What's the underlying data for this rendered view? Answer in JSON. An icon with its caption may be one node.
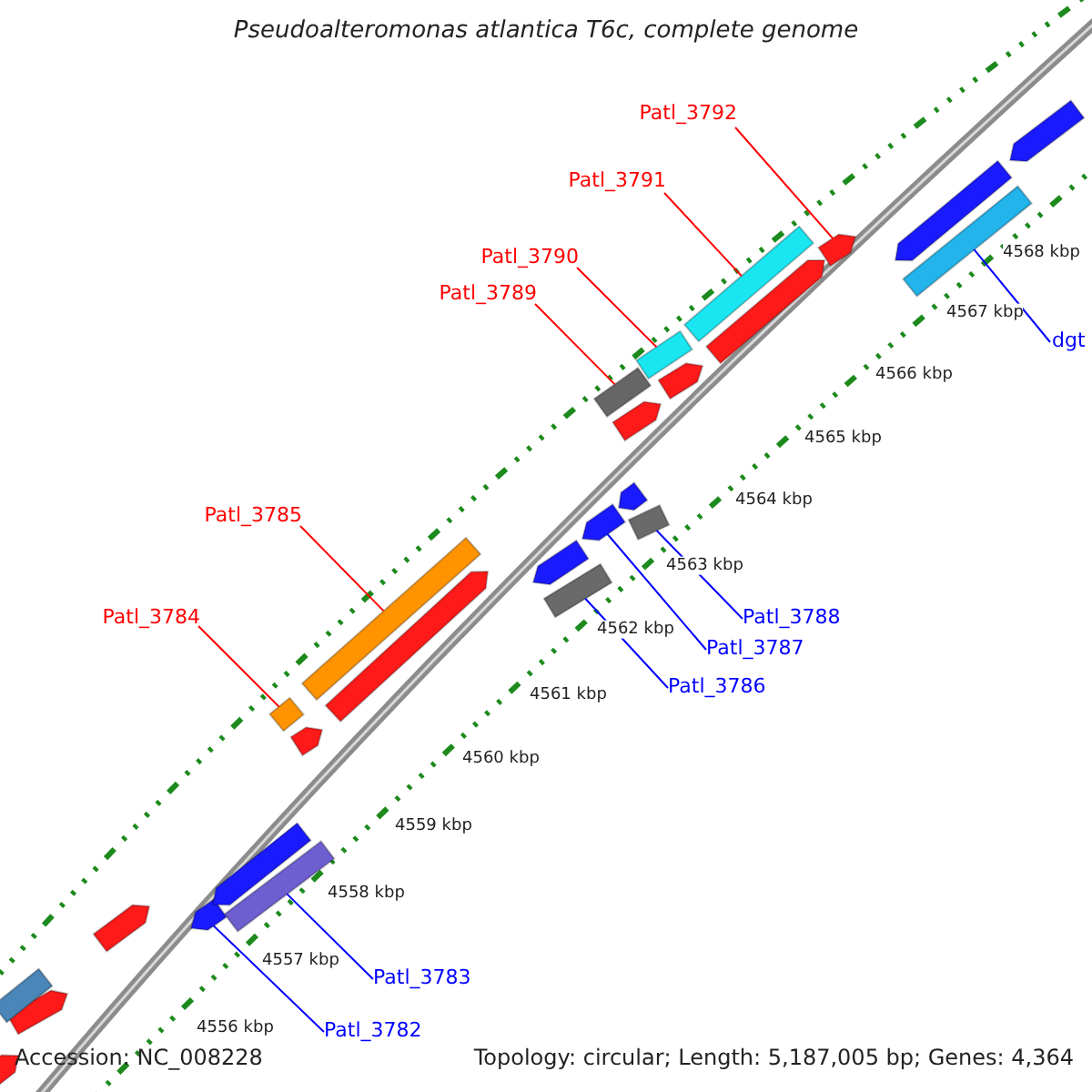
{
  "diagram": {
    "title": "Pseudoalteromonas atlantica T6c, complete genome",
    "nodes": [
      {
        "text": [
          "Patl_3792"
        ]
      },
      {
        "text": [
          "Patl_3791"
        ]
      },
      {
        "text": [
          "Patl_3790"
        ]
      },
      {
        "text": [
          "Patl_3789"
        ]
      },
      {
        "text": [
          "dgt"
        ]
      },
      {
        "text": [
          "Patl_3785"
        ]
      },
      {
        "text": [
          "Patl_3784"
        ]
      },
      {
        "text": [
          "Patl_3788"
        ]
      },
      {
        "text": [
          "Patl_3787"
        ]
      },
      {
        "text": [
          "Patl_3786"
        ]
      },
      {
        "text": [
          "Patl_3783"
        ]
      },
      {
        "text": [
          "Patl_3782"
        ]
      },
      {
        "text": [],
        "shape": "bar"
      },
      {
        "text": [],
        "shape": "arrow"
      },
      {
        "text": [],
        "shape": "bar"
      },
      {
        "text": [],
        "shape": "bar"
      },
      {
        "text": [],
        "shape": "bar"
      },
      {
        "text": [],
        "shape": "bar"
      },
      {
        "text": [],
        "shape": "arrow"
      },
      {
        "text": [],
        "shape": "bar"
      },
      {
        "text": [],
        "shape": "bar"
      },
      {
        "text": [],
        "shape": "bar"
      },
      {
        "text": [],
        "shape": "bar"
      },
      {
        "text": [],
        "shape": "arrow"
      },
      {
        "text": [],
        "shape": "arrow"
      },
      {
        "text": [],
        "shape": "arrow"
      },
      {
        "text": [],
        "shape": "arrow"
      },
      {
        "text": [],
        "shape": "arrow"
      },
      {
        "text": [],
        "shape": "arrow"
      },
      {
        "text": [],
        "shape": "arrow"
      },
      {
        "text": [],
        "shape": "arrow"
      },
      {
        "text": [],
        "shape": "arrow"
      },
      {
        "text": [],
        "shape": "arrow"
      },
      {
        "text": [],
        "shape": "arrow"
      },
      {
        "text": [],
        "shape": "arrow"
      },
      {
        "text": [],
        "shape": "bar"
      },
      {
        "text": [],
        "shape": "arrow"
      },
      {
        "text": [],
        "shape": "arrow"
      }
    ],
    "edges": [
      {
        "from": 0,
        "to": 13,
        "arrow": "none",
        "color": "#ff0000"
      },
      {
        "from": 1,
        "to": 14,
        "arrow": "none",
        "color": "#ff0000"
      },
      {
        "from": 2,
        "to": 15,
        "arrow": "none",
        "color": "#ff0000"
      },
      {
        "from": 3,
        "to": 16,
        "arrow": "none",
        "color": "#ff0000"
      },
      {
        "from": 4,
        "to": 12,
        "arrow": "none",
        "color": "#0000ff"
      },
      {
        "from": 5,
        "to": 20,
        "arrow": "none",
        "color": "#ff0000"
      },
      {
        "from": 6,
        "to": 21,
        "arrow": "none",
        "color": "#ff0000"
      },
      {
        "from": 7,
        "to": 17,
        "arrow": "none",
        "color": "#0000ff"
      },
      {
        "from": 8,
        "to": 18,
        "arrow": "none",
        "color": "#0000ff"
      },
      {
        "from": 9,
        "to": 19,
        "arrow": "none",
        "color": "#0000ff"
      },
      {
        "from": 10,
        "to": 22,
        "arrow": "none",
        "color": "#0000ff"
      },
      {
        "from": 11,
        "to": 23,
        "arrow": "none",
        "color": "#0000ff"
      }
    ],
    "labels": [
      "4568 kbp",
      "4567 kbp",
      "4566 kbp",
      "4565 kbp",
      "4564 kbp",
      "4563 kbp",
      "4562 kbp",
      "4561 kbp",
      "4560 kbp",
      "4559 kbp",
      "4558 kbp",
      "4557 kbp",
      "4556 kbp",
      "Accession: NC_008228",
      "Topology: circular; Length: 5,187,005 bp; Genes: 4,364"
    ]
  }
}
